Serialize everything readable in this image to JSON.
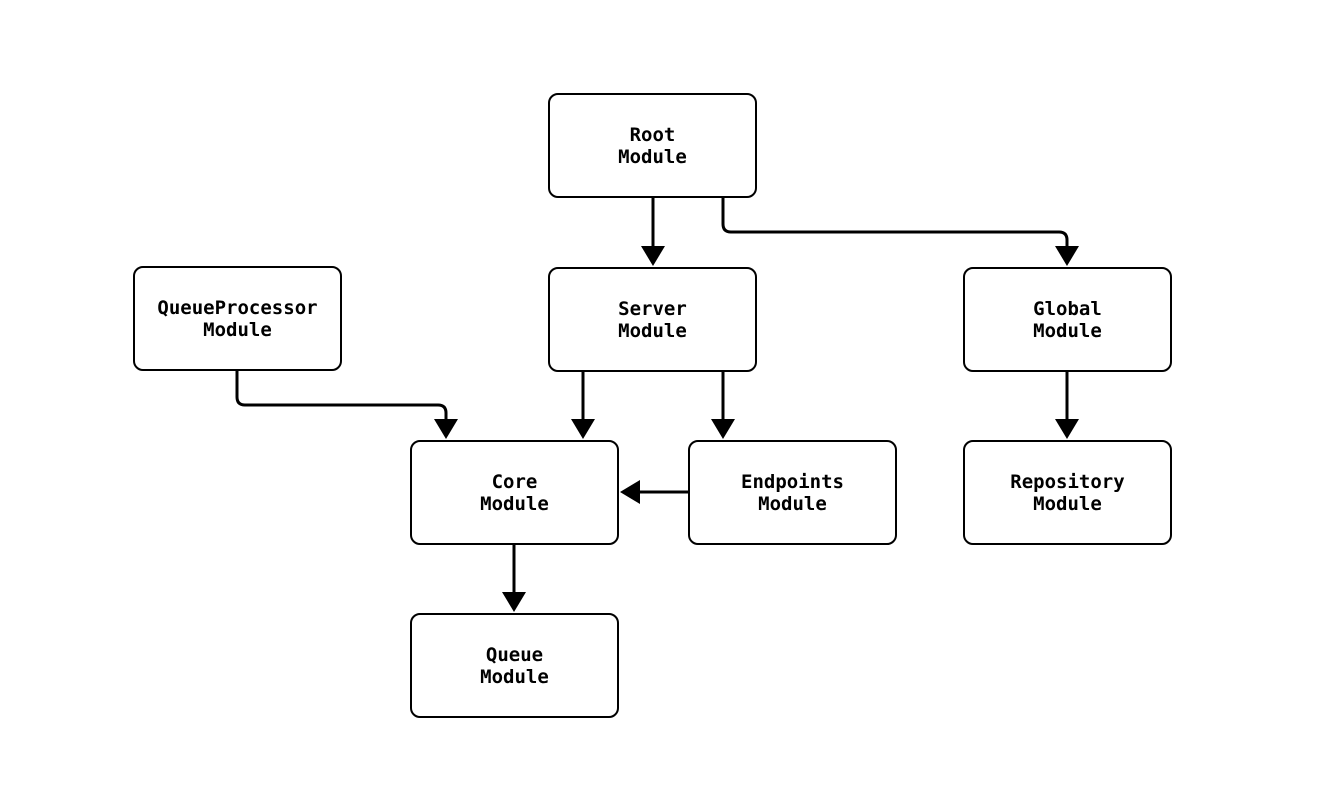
{
  "diagram": {
    "type": "module-dependency-graph",
    "nodes": [
      {
        "id": "root",
        "label": "Root\nModule"
      },
      {
        "id": "queueprocessor",
        "label": "QueueProcessor\nModule"
      },
      {
        "id": "server",
        "label": "Server\nModule"
      },
      {
        "id": "global",
        "label": "Global\nModule"
      },
      {
        "id": "core",
        "label": "Core\nModule"
      },
      {
        "id": "endpoints",
        "label": "Endpoints\nModule"
      },
      {
        "id": "repository",
        "label": "Repository\nModule"
      },
      {
        "id": "queue",
        "label": "Queue\nModule"
      }
    ],
    "edges": [
      {
        "from": "root",
        "to": "server"
      },
      {
        "from": "root",
        "to": "global"
      },
      {
        "from": "queueprocessor",
        "to": "core"
      },
      {
        "from": "server",
        "to": "core"
      },
      {
        "from": "server",
        "to": "endpoints"
      },
      {
        "from": "endpoints",
        "to": "core"
      },
      {
        "from": "global",
        "to": "repository"
      },
      {
        "from": "core",
        "to": "queue"
      }
    ],
    "colors": {
      "background": "#ffffff",
      "node_fill": "#ffffff",
      "node_border": "#000000",
      "edge": "#000000",
      "text": "#000000"
    }
  }
}
